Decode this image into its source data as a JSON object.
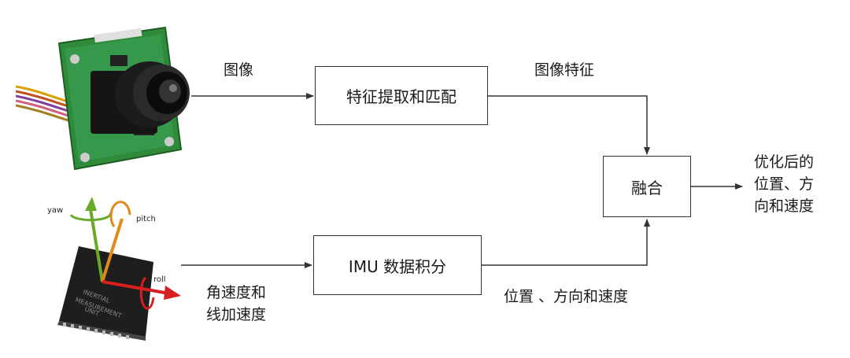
{
  "boxes": {
    "feature": "特征提取和匹配",
    "fusion": "融合",
    "imu": "IMU 数据积分"
  },
  "labels": {
    "image": "图像",
    "image_feature": "图像特征",
    "pose": "位置 、方向和速度",
    "imu_input": [
      "角速度和",
      "线加速度"
    ],
    "output": [
      "优化后的",
      "位置、方",
      "向和速度"
    ]
  },
  "imu_chip": {
    "axes": [
      "yaw",
      "pitch",
      "roll"
    ],
    "chip_text": [
      "INERTIAL",
      "MEASUREMENT",
      "UNIT"
    ]
  },
  "colors": {
    "line": "#333333",
    "pcb_green": "#2f8a3a",
    "yaw_green": "#6aaa2a",
    "pitch_orange": "#e08a1a",
    "roll_red": "#d62020"
  }
}
